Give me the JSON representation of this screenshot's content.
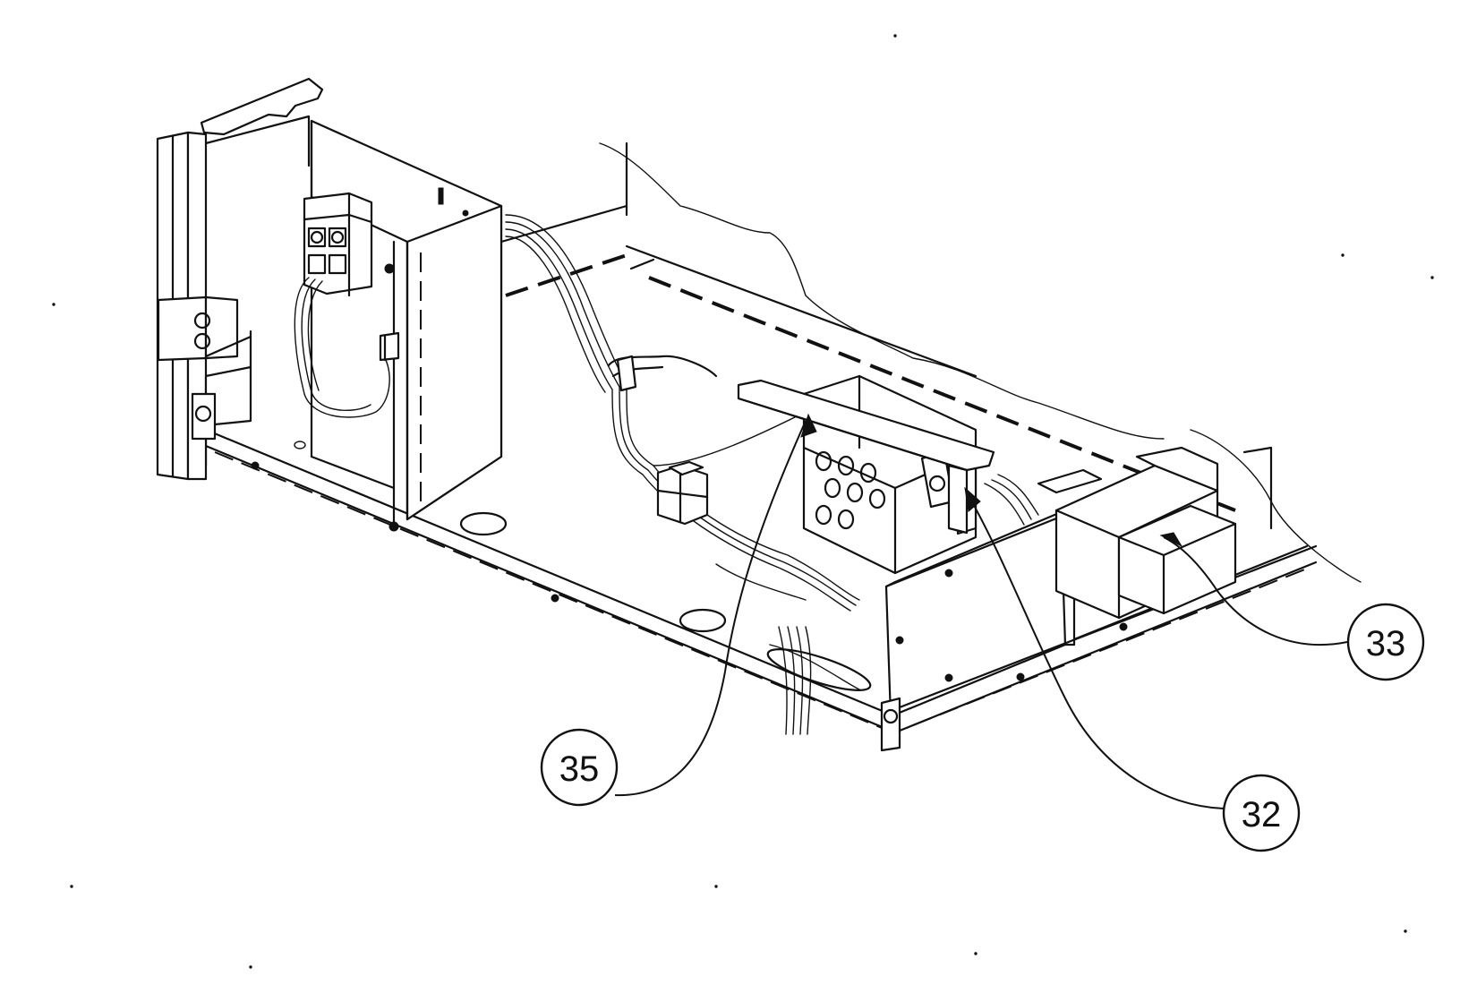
{
  "callouts": [
    {
      "id": "33",
      "label": "33",
      "target": "transformer"
    },
    {
      "id": "32",
      "label": "32",
      "target": "terminal-block-bracket"
    },
    {
      "id": "35",
      "label": "35",
      "target": "mounting-bar"
    }
  ]
}
